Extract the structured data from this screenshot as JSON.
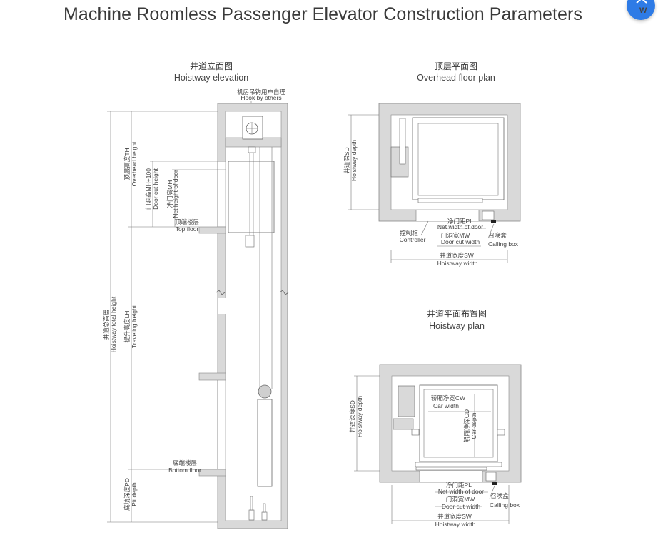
{
  "title": "Machine Roomless Passenger Elevator Construction Parameters",
  "fab": {
    "icon": "translate-icon"
  },
  "elevation": {
    "title_cn": "井道立面图",
    "title_en": "Hoistway elevation",
    "hook_cn": "机房吊钩用户自理",
    "hook_en": "Hook by others",
    "overhead_cn": "顶层高度TH",
    "overhead_en": "Overhead height",
    "doorcut_cn": "门洞高MH+100",
    "doorcut_en": "Door cut height",
    "netdoor_cn": "净门高MH",
    "netdoor_en": "Net height of door",
    "top_floor_cn": "顶端楼层",
    "top_floor_en": "Top floor",
    "total_cn": "井道总高度",
    "total_en": "Hoistway total height",
    "travel_cn": "提升高度LH",
    "travel_en": "Traveling height",
    "bottom_floor_cn": "底端楼层",
    "bottom_floor_en": "Bottom floor",
    "pit_cn": "底坑深度PD",
    "pit_en": "Pit depth"
  },
  "overhead": {
    "title_cn": "顶层平面图",
    "title_en": "Overhead floor plan",
    "depth_cn": "井道深SD",
    "depth_en": "Hoistway depth",
    "netwidth_cn": "净门距PL",
    "netwidth_en": "Net width of door",
    "doorcut_cn": "门洞宽MW",
    "doorcut_en": "Door cut width",
    "controller_cn": "控制柜",
    "controller_en": "Controller",
    "calling_cn": "召唤盒",
    "calling_en": "Calling box",
    "width_cn": "井道宽度SW",
    "width_en": "Hoistway width"
  },
  "plan": {
    "title_cn": "井道平面布置图",
    "title_en": "Hoistway plan",
    "depth_cn": "井道深度SD",
    "depth_en": "Hoistway depth",
    "carwidth_cn": "轿厢净宽CW",
    "carwidth_en": "Car width",
    "cardepth_cn": "轿厢净深CD",
    "cardepth_en": "Car depth",
    "netwidth_cn": "净门距PL",
    "netwidth_en": "Net width of door",
    "doorcut_cn": "门洞宽MW",
    "doorcut_en": "Door cut width",
    "calling_cn": "召唤盒",
    "calling_en": "Calling box",
    "width_cn": "井道宽度SW",
    "width_en": "Hoistway width"
  }
}
